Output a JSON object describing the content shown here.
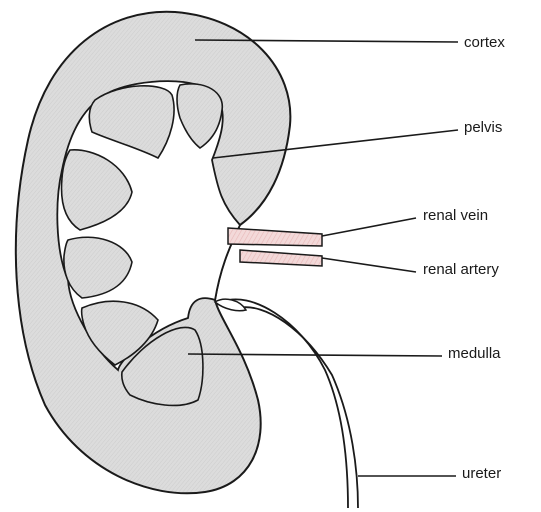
{
  "labels": {
    "cortex": "cortex",
    "pelvis": "pelvis",
    "renal_vein": "renal vein",
    "renal_artery": "renal artery",
    "medulla": "medulla",
    "ureter": "ureter"
  },
  "colors": {
    "tissue": "#d9d9d9",
    "outline": "#1a1a1a",
    "vein": "#f1cfcf",
    "background": "#ffffff"
  }
}
